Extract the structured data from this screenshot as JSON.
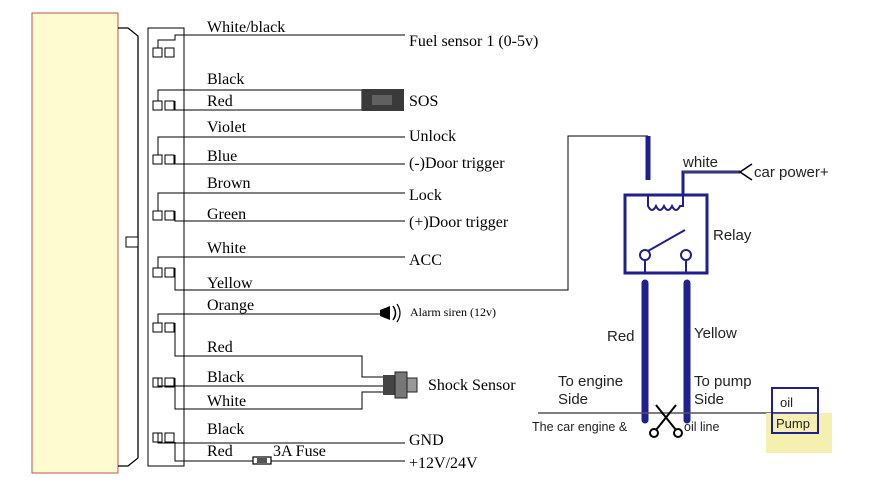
{
  "wire_labels": {
    "white_black": "White/black",
    "black_sos": "Black",
    "red_sos": "Red",
    "violet": "Violet",
    "blue": "Blue",
    "brown": "Brown",
    "green": "Green",
    "white_acc": "White",
    "yellow": "Yellow",
    "orange": "Orange",
    "red_shock": "Red",
    "black_shock": "Black",
    "white_shock": "White",
    "black_gnd": "Black",
    "red_power": "Red"
  },
  "endpoints": {
    "fuel_sensor": "Fuel sensor 1 (0-5v)",
    "sos": "SOS",
    "unlock": "Unlock",
    "door_trigger_neg": "(-)Door trigger",
    "lock": "Lock",
    "door_trigger_pos": "(+)Door trigger",
    "acc": "ACC",
    "alarm_siren": "Alarm siren (12v)",
    "shock_sensor": "Shock Sensor",
    "gnd": "GND",
    "power": "+12V/24V",
    "fuse": "3A Fuse"
  },
  "relay_section": {
    "white": "white",
    "car_power": "car power+",
    "relay": "Relay",
    "red": "Red",
    "yellow": "Yellow",
    "to_engine_1": "To engine",
    "to_engine_2": "Side",
    "to_pump_1": "To pump",
    "to_pump_2": "Side",
    "oil_line": "The car engine &",
    "oil_line_2": "oil line",
    "oil": "oil",
    "pump": "Pump"
  },
  "colors": {
    "device_fill": "#fffbd0",
    "device_border": "#c0504d",
    "relay_blue": "#1f1f8f",
    "pump_fill": "#f5efb0"
  }
}
